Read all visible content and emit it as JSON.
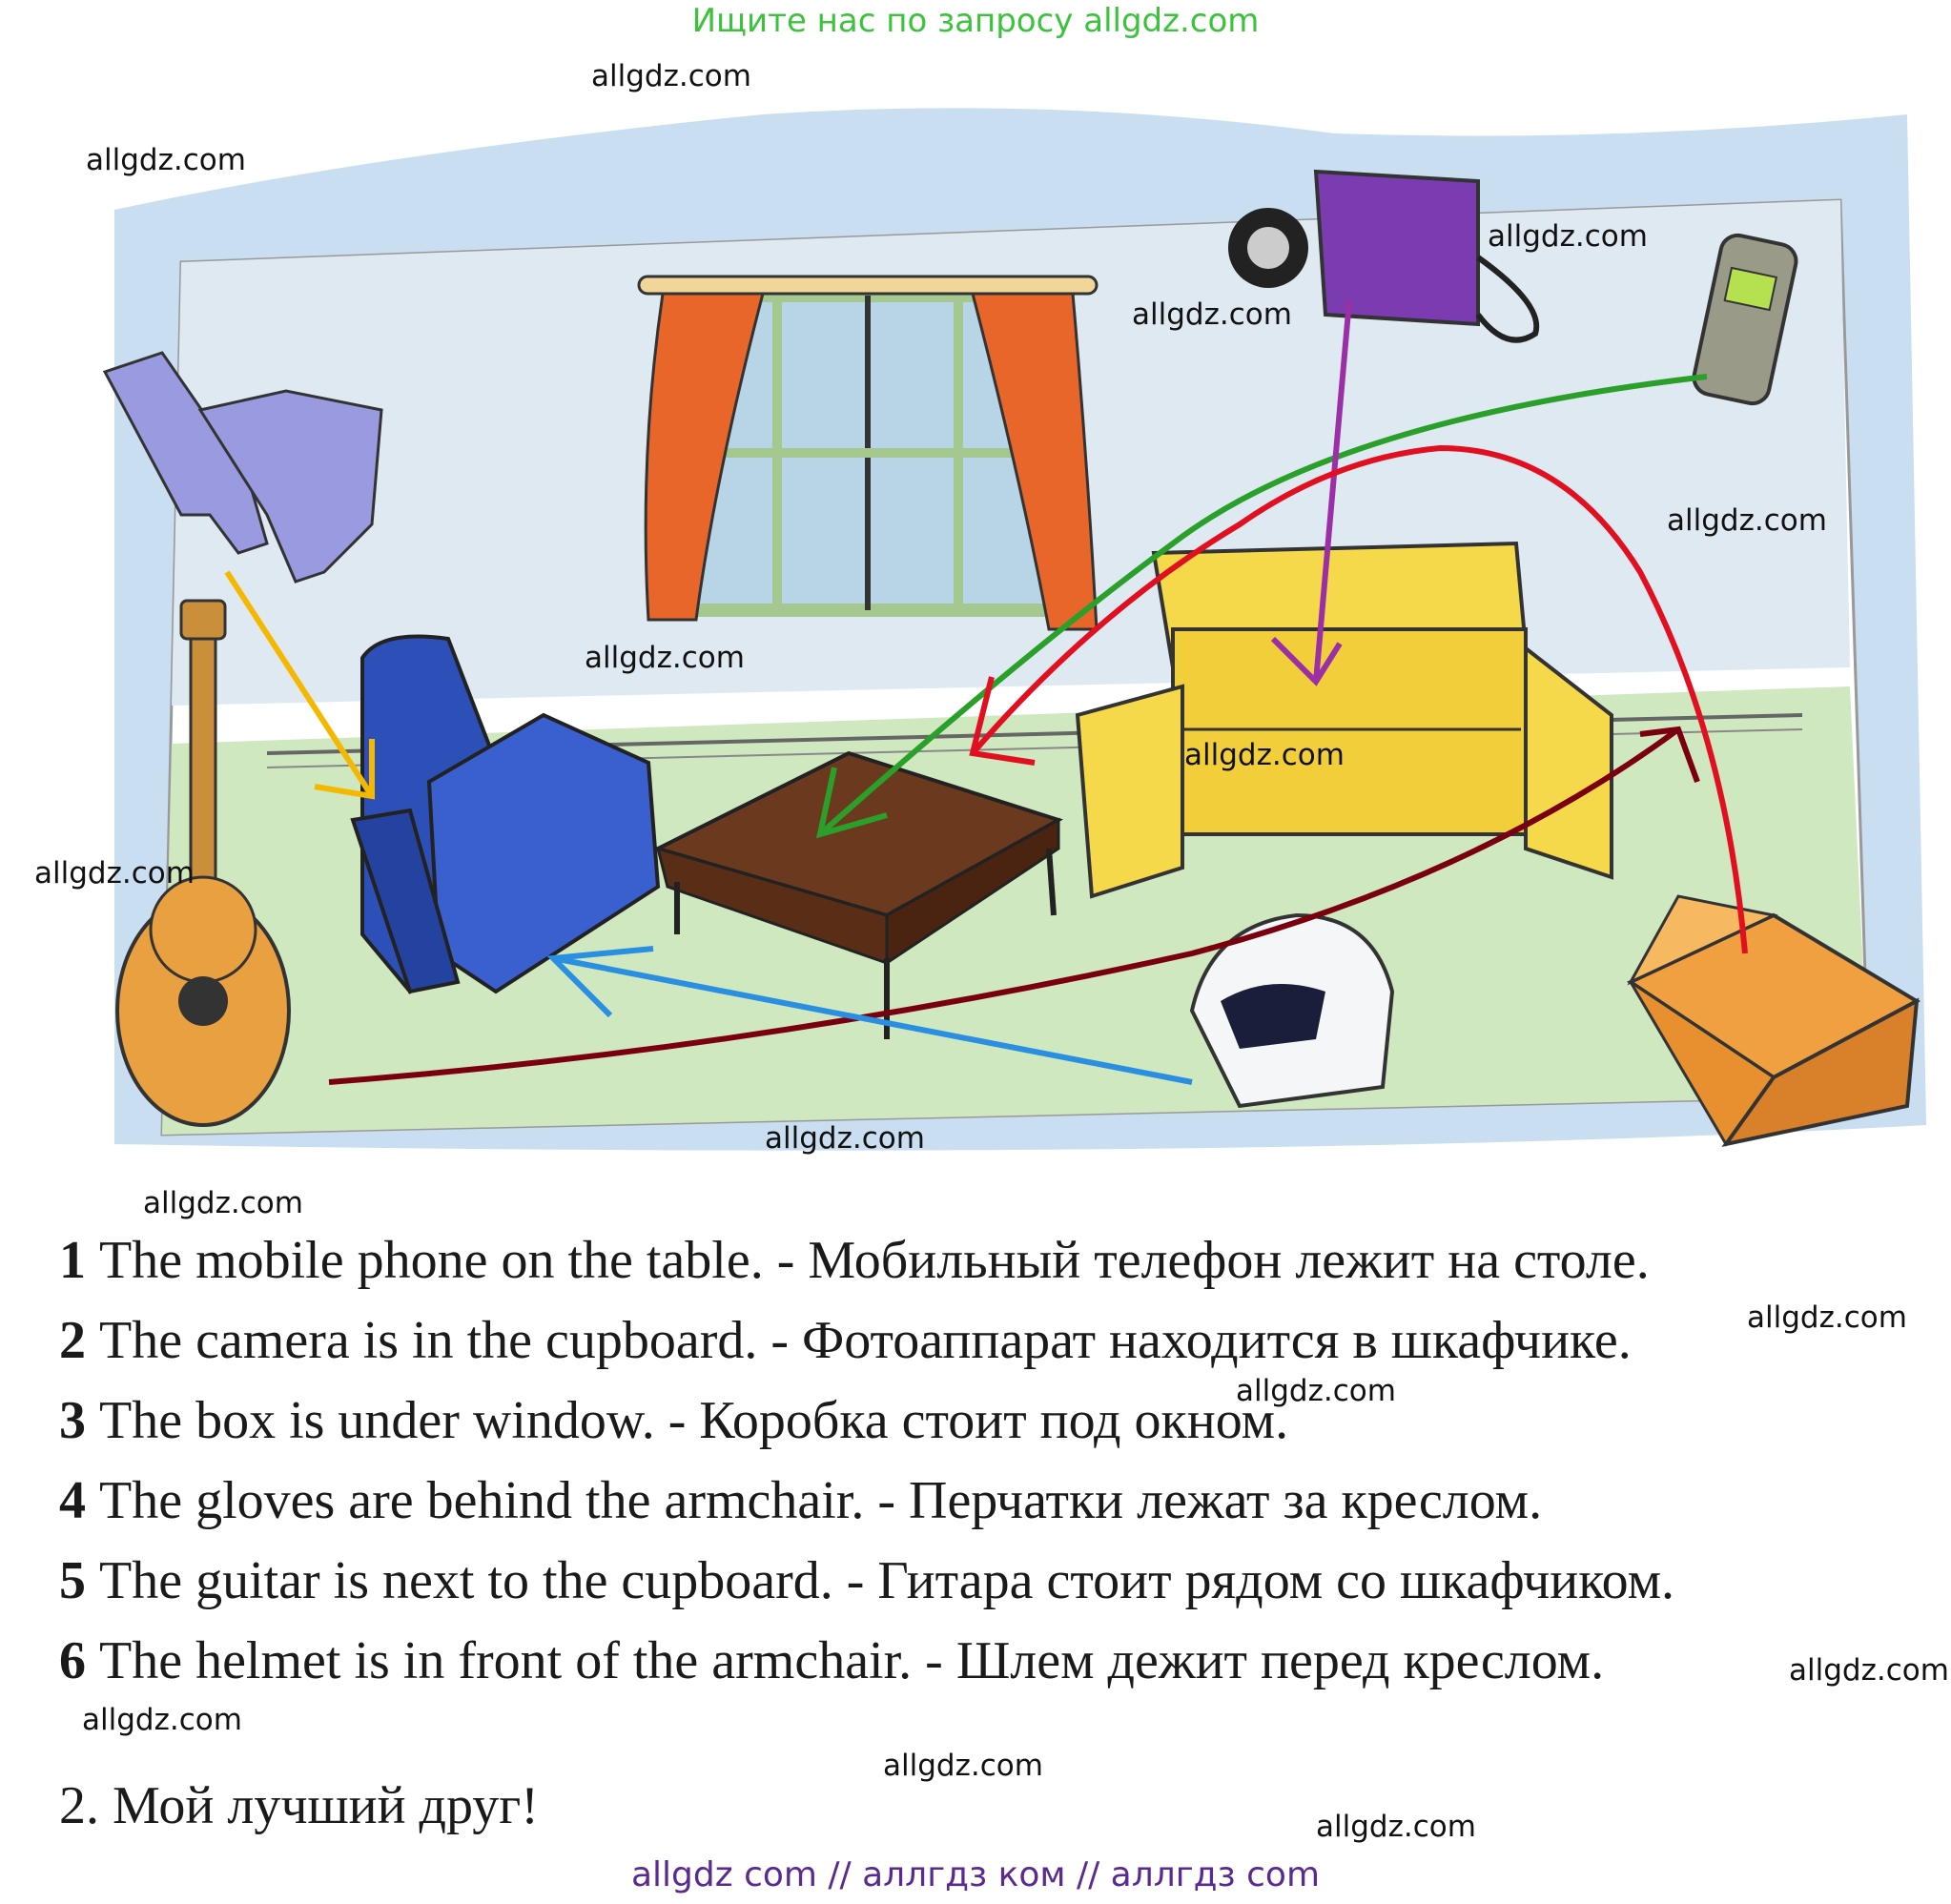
{
  "header": {
    "text": "Ищите нас по запросу allgdz.com"
  },
  "watermark": "allgdz.com",
  "scene": {
    "objects": [
      "gloves-icon",
      "guitar-icon",
      "armchair-icon",
      "window-icon",
      "table-icon",
      "cupboard-icon",
      "camera-icon",
      "mobile-phone-icon",
      "helmet-icon",
      "box-icon"
    ],
    "arrow_colors": {
      "gloves": "#f5b800",
      "phone": "#2aa02a",
      "camera": "#9b2fa8",
      "box": "#e01020",
      "guitar": "#7a0010",
      "helmet": "#2a8fe0"
    }
  },
  "sentences": [
    {
      "num": "1",
      "text": "The mobile phone on the table. - Мобильный телефон лежит на столе."
    },
    {
      "num": "2",
      "text": "The camera is in the cupboard. - Фотоаппарат находится в шкафчике."
    },
    {
      "num": "3",
      "text": "The box is under window. - Коробка стоит под окном."
    },
    {
      "num": "4",
      "text": "The gloves are behind the armchair. - Перчатки лежат за креслом."
    },
    {
      "num": "5",
      "text": "The guitar is next to the cupboard. - Гитара стоит рядом со шкафчиком."
    },
    {
      "num": "6",
      "text": "The helmet is in front of the armchair. - Шлем дежит перед креслом."
    }
  ],
  "section2": {
    "title": "2. Мой лучший друг!"
  },
  "footer": {
    "text": "allgdz com  //  аллгдз ком  //  аллгдз com"
  }
}
